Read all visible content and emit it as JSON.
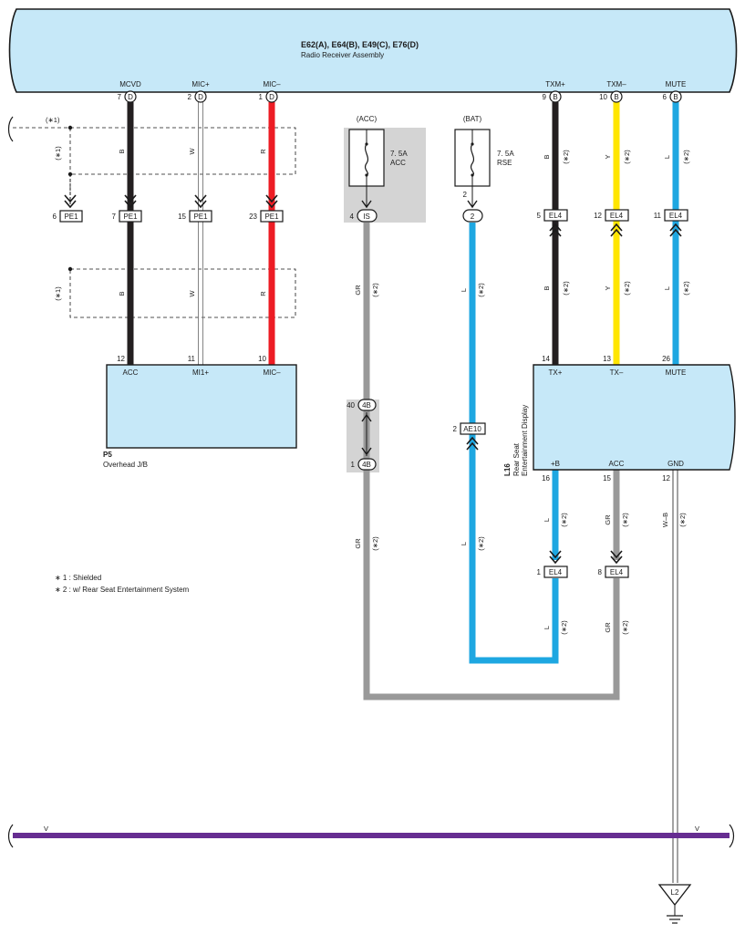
{
  "radio": {
    "title": "E62(A), E64(B), E49(C), E76(D)",
    "name": "Radio Receiver Assembly",
    "pins": [
      {
        "label": "MCVD",
        "num": "7",
        "conn": "D"
      },
      {
        "label": "MIC+",
        "num": "2",
        "conn": "D"
      },
      {
        "label": "MIC–",
        "num": "1",
        "conn": "D"
      },
      {
        "label": "TXM+",
        "num": "9",
        "conn": "B"
      },
      {
        "label": "TXM–",
        "num": "10",
        "conn": "B"
      },
      {
        "label": "MUTE",
        "num": "6",
        "conn": "B"
      }
    ]
  },
  "shield_note": "(∗1)",
  "pe1": [
    {
      "num": "6",
      "conn": "PE1"
    },
    {
      "num": "7",
      "conn": "PE1"
    },
    {
      "num": "15",
      "conn": "PE1"
    },
    {
      "num": "23",
      "conn": "PE1"
    }
  ],
  "el4_top": [
    {
      "num": "5",
      "conn": "EL4"
    },
    {
      "num": "12",
      "conn": "EL4"
    },
    {
      "num": "11",
      "conn": "EL4"
    }
  ],
  "wire_labels": {
    "B": "B",
    "W": "W",
    "R": "R",
    "Y": "Y",
    "L": "L",
    "GR": "GR",
    "WB": "W–B",
    "V": "V",
    "note2": "(∗2)"
  },
  "overhead": {
    "code": "P5",
    "name": "Overhead J/B",
    "pins": [
      {
        "num": "12",
        "label": "ACC"
      },
      {
        "num": "11",
        "label": "MI1+"
      },
      {
        "num": "10",
        "label": "MIC–"
      }
    ]
  },
  "fuse_acc": {
    "supply": "(ACC)",
    "rating": "7. 5A",
    "name": "ACC",
    "pin": "4",
    "conn": "IS"
  },
  "fuse_bat": {
    "supply": "(BAT)",
    "rating": "7. 5A",
    "name": "RSE",
    "pin": "2",
    "conn": "2"
  },
  "conn_4b": [
    {
      "num": "40",
      "conn": "4B"
    },
    {
      "num": "1",
      "conn": "4B"
    }
  ],
  "ae10": {
    "num": "2",
    "conn": "AE10"
  },
  "rse": {
    "code": "L16",
    "name1": "Rear Seat",
    "name2": "Entertainment Display",
    "top_pins": [
      {
        "num": "14",
        "label": "TX+"
      },
      {
        "num": "13",
        "label": "TX–"
      },
      {
        "num": "26",
        "label": "MUTE"
      }
    ],
    "bottom_pins": [
      {
        "num": "16",
        "label": "+B"
      },
      {
        "num": "15",
        "label": "ACC"
      },
      {
        "num": "12",
        "label": "GND"
      }
    ]
  },
  "el4_bottom": [
    {
      "num": "1",
      "conn": "EL4"
    },
    {
      "num": "8",
      "conn": "EL4"
    }
  ],
  "notes": [
    "∗ 1 : Shielded",
    "∗ 2 : w/ Rear Seat Entertainment System"
  ],
  "ground": {
    "label": "L2"
  },
  "colors": {
    "component_fill": "#c6e8f8",
    "black": "#231f20",
    "red": "#ed1c24",
    "yellow": "#ffe600",
    "blue": "#1ea7e1",
    "gray": "#999999",
    "violet": "#662d91",
    "shade": "#d4d4d4"
  }
}
